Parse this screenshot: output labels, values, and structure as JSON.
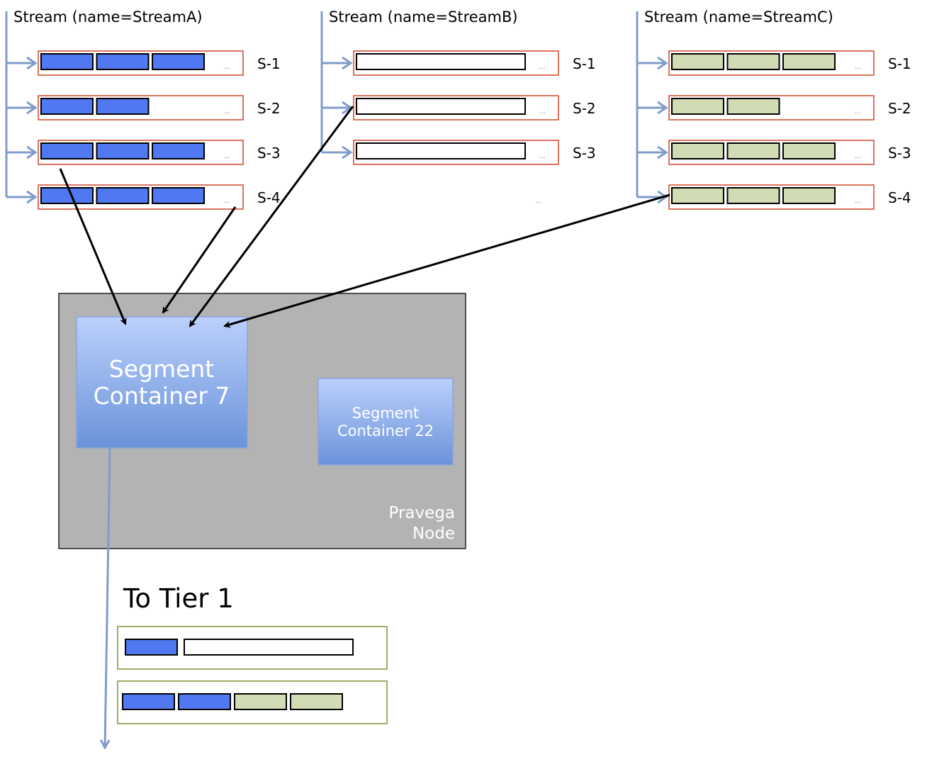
{
  "streams": [
    {
      "title": "Stream (name=StreamA)",
      "segments": [
        {
          "label": "S-1",
          "blocks": 3,
          "ellipsis": "..."
        },
        {
          "label": "S-2",
          "blocks": 2,
          "ellipsis": "..."
        },
        {
          "label": "S-3",
          "blocks": 3,
          "ellipsis": "..."
        },
        {
          "label": "S-4",
          "blocks": 3,
          "ellipsis": "..."
        }
      ]
    },
    {
      "title": "Stream (name=StreamB)",
      "segments": [
        {
          "label": "S-1",
          "blocks": 1,
          "ellipsis": "..."
        },
        {
          "label": "S-2",
          "blocks": 1,
          "ellipsis": "..."
        },
        {
          "label": "S-3",
          "blocks": 1,
          "ellipsis": "..."
        }
      ],
      "trailing_ellipsis": "..."
    },
    {
      "title": "Stream (name=StreamC)",
      "segments": [
        {
          "label": "S-1",
          "blocks": 3,
          "ellipsis": "..."
        },
        {
          "label": "S-2",
          "blocks": 2,
          "ellipsis": "..."
        },
        {
          "label": "S-3",
          "blocks": 3,
          "ellipsis": "..."
        },
        {
          "label": "S-4",
          "blocks": 3,
          "ellipsis": "..."
        }
      ]
    }
  ],
  "node": {
    "label_line1": "Pravega",
    "label_line2": "Node",
    "container_main_line1": "Segment",
    "container_main_line2": "Container 7",
    "container_other_line1": "Segment",
    "container_other_line2": "Container 22"
  },
  "tier": {
    "label": "To Tier 1",
    "rows": [
      [
        "blue",
        "white"
      ],
      [
        "blue",
        "blue",
        "green",
        "green"
      ]
    ]
  },
  "colors": {
    "blue_block": "#5078F0",
    "green_block": "#D2DCB4",
    "white_block": "#FFFFFF",
    "segment_border": "#D2472C",
    "stream_line": "#7F9CCB",
    "node_bg": "#B3B3B3",
    "container_top": "#B8CDFB",
    "container_bottom": "#6F97DD",
    "tier_border": "#9BAF6A"
  }
}
